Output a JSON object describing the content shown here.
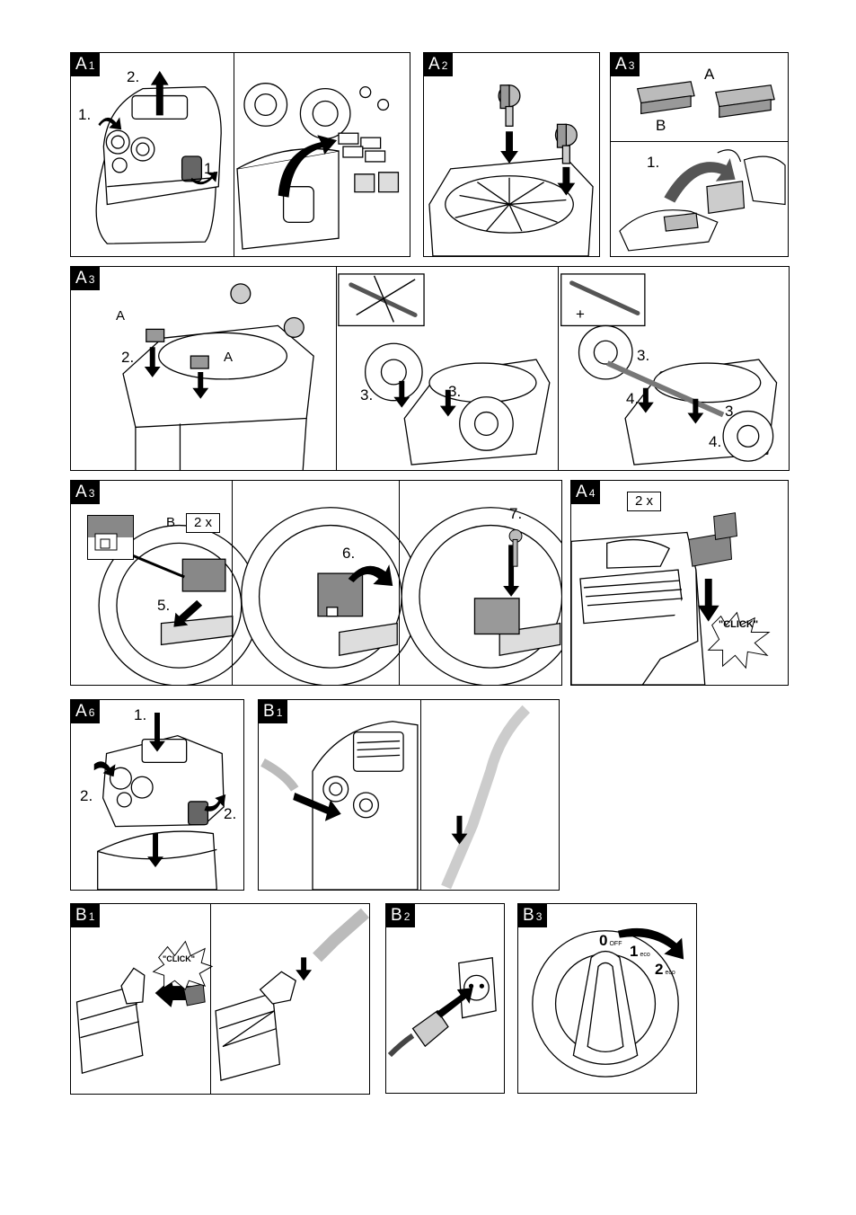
{
  "panels": {
    "a1": {
      "tag": "A",
      "num": "1",
      "step_lift": "2.",
      "step_turn": "1.",
      "step_latch": "1."
    },
    "a2": {
      "tag": "A",
      "num": "2"
    },
    "a3_top": {
      "tag": "A",
      "num": "3",
      "label_a": "A",
      "label_b": "B",
      "step": "1."
    },
    "a3_mid": {
      "tag": "A",
      "num": "3",
      "label_a1": "A",
      "label_a2": "A",
      "step_2": "2.",
      "step_3a": "3.",
      "step_3b": "3.",
      "step_3c": "3.",
      "step_3d": "3.",
      "step_3e": "3",
      "step_4a": "4.",
      "step_4b": "4.",
      "plus": "+"
    },
    "a3_low": {
      "tag": "A",
      "num": "3",
      "label_b": "B",
      "count": "2 x",
      "step_5": "5.",
      "step_6": "6.",
      "step_7": "7."
    },
    "a4": {
      "tag": "A",
      "num": "4",
      "count": "2 x",
      "click": "\"CLICK\""
    },
    "a6": {
      "tag": "A",
      "num": "6",
      "step_1": "1.",
      "step_2a": "2.",
      "step_2b": "2."
    },
    "b1_top": {
      "tag": "B",
      "num": "1"
    },
    "b1_low": {
      "tag": "B",
      "num": "1",
      "click": "\"CLICK\""
    },
    "b2": {
      "tag": "B",
      "num": "2"
    },
    "b3": {
      "tag": "B",
      "num": "3",
      "pos_0": "0",
      "pos_0_sub": "OFF",
      "pos_1": "1",
      "pos_1_sub": "eco",
      "pos_2": "2",
      "pos_2_sub": "eco"
    }
  }
}
